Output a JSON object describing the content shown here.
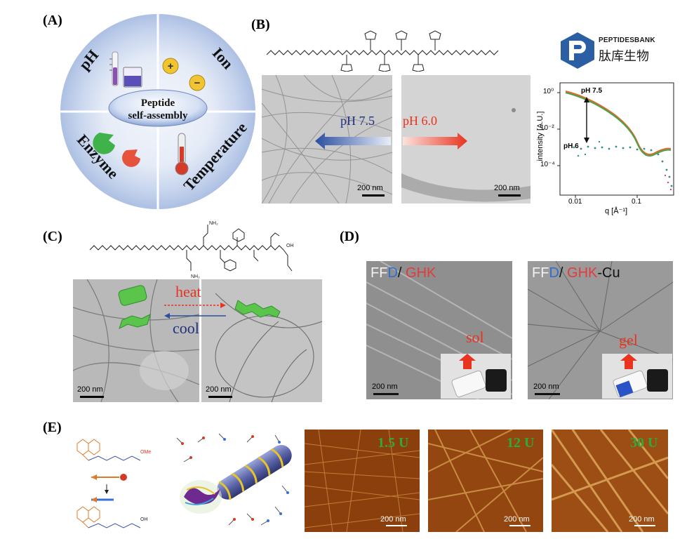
{
  "panels": {
    "a": {
      "label": "(A)",
      "center_text": [
        "Peptide",
        "self-assembly"
      ],
      "quadrants": [
        "pH",
        "Ion",
        "Enzyme",
        "Temperature"
      ],
      "ion_signs": [
        "+",
        "−"
      ]
    },
    "b": {
      "label": "(B)",
      "left_arrow": "pH 7.5",
      "right_arrow": "pH 6.0",
      "scale_left": "200 nm",
      "scale_right": "200 nm",
      "plot": {
        "ylabel": "intensity [A.U.]",
        "xlabel": "q [Å⁻¹]",
        "series_labels": [
          "pH 7.5",
          "pH 6"
        ],
        "y_ticks": [
          "10⁰",
          "10⁻²",
          "10⁻⁴"
        ],
        "x_ticks": [
          "0.01",
          "0.1"
        ]
      }
    },
    "c": {
      "label": "(C)",
      "heat": "heat",
      "cool": "cool",
      "scale_left": "200 nm",
      "scale_right": "200 nm",
      "chem_labels": [
        "NH₂",
        "NH₂",
        "OH"
      ]
    },
    "d": {
      "label": "(D)",
      "left_title": {
        "a": "FF",
        "b": "D",
        "c": "/ ",
        "d": "GHK"
      },
      "right_title": {
        "a": "FF",
        "b": "D",
        "c": "/ ",
        "d": "GHK",
        "e": "-Cu"
      },
      "sol": "sol",
      "gel": "gel",
      "scale_left": "200 nm",
      "scale_right": "200 nm"
    },
    "e": {
      "label": "(E)",
      "afm": [
        {
          "label": "1.5 U",
          "scale": "200 nm"
        },
        {
          "label": "12 U",
          "scale": "200 nm"
        },
        {
          "label": "30 U",
          "scale": "200 nm"
        }
      ],
      "chem_labels": [
        "OMe",
        "OH"
      ]
    }
  },
  "logo": {
    "en": "PEPTIDESBANK",
    "zh": "肽库生物"
  },
  "colors": {
    "wheel_outer": "#c2d2ec",
    "wheel_inner": "#e9eef8",
    "logo_blue": "#2b5ea3",
    "afm": "#9a4a12",
    "highlight_green": "#2faa3a",
    "arrow_red": "#e8331f",
    "arrow_blue": "#2a4ea0"
  }
}
